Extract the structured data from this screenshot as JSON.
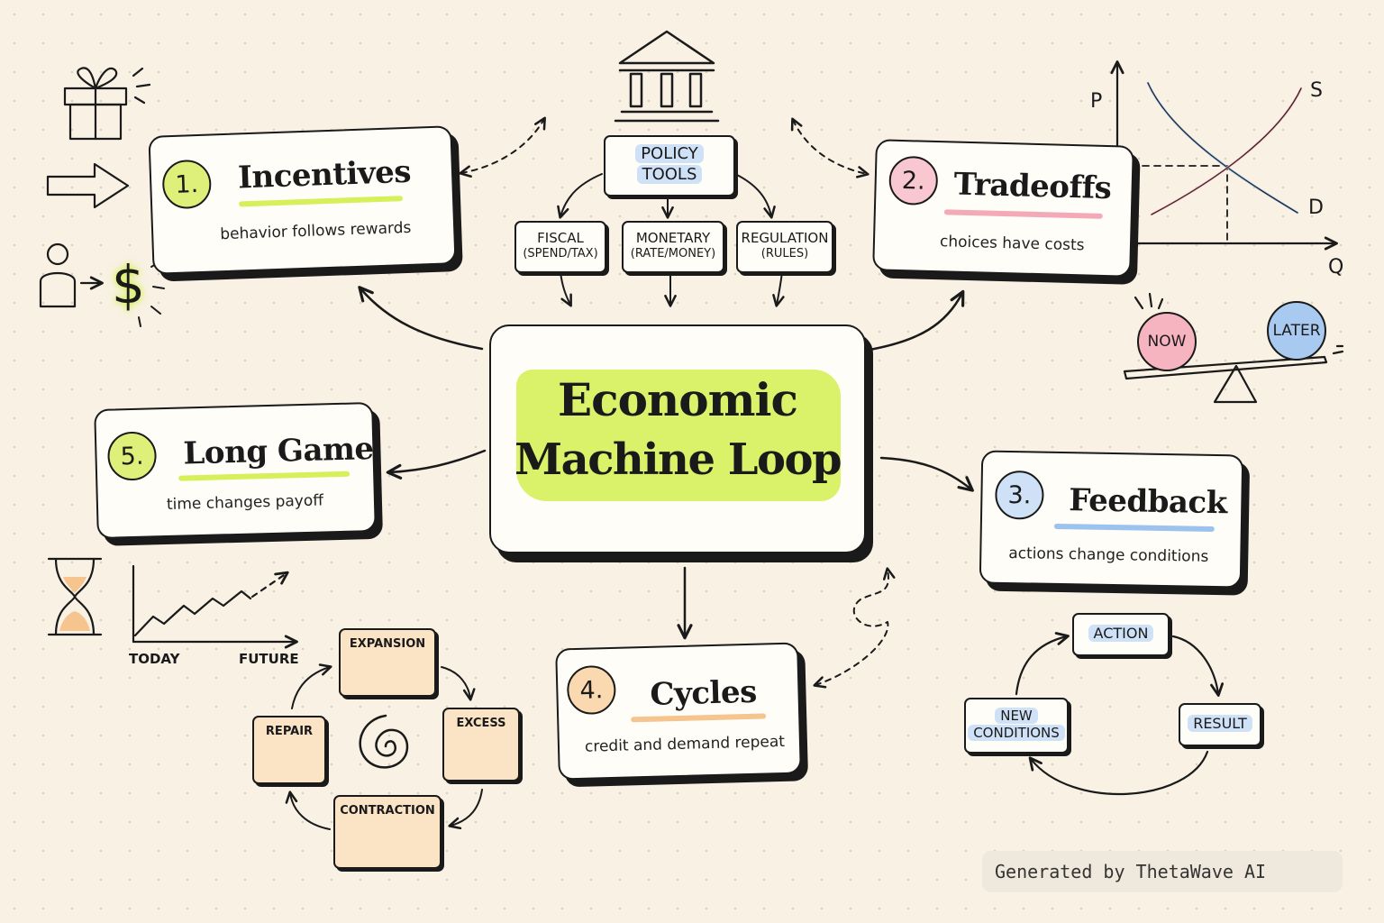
{
  "central": {
    "title_line1": "Economic",
    "title_line2": "Machine Loop"
  },
  "nodes": [
    {
      "number": "1.",
      "title": "Incentives",
      "subtitle": "behavior follows rewards",
      "color": "#dff07a"
    },
    {
      "number": "2.",
      "title": "Tradeoffs",
      "subtitle": "choices have costs",
      "color": "#f8c7cf"
    },
    {
      "number": "3.",
      "title": "Feedback",
      "subtitle": "actions change conditions",
      "color": "#cfe1f7"
    },
    {
      "number": "4.",
      "title": "Cycles",
      "subtitle": "credit and demand repeat",
      "color": "#fbd9b0"
    },
    {
      "number": "5.",
      "title": "Long Game",
      "subtitle": "time changes payoff",
      "color": "#dff07a"
    }
  ],
  "policy": {
    "title_line1": "POLICY",
    "title_line2": "TOOLS",
    "tools": [
      {
        "label": "FISCAL",
        "sub": "(SPEND/TAX)"
      },
      {
        "label": "MONETARY",
        "sub": "(RATE/MONEY)"
      },
      {
        "label": "REGULATION",
        "sub": "(RULES)"
      }
    ]
  },
  "supply_demand": {
    "p": "P",
    "q": "Q",
    "s": "S",
    "d": "D"
  },
  "balance": {
    "now": "NOW",
    "later": "LATER"
  },
  "feedback_loop": {
    "action": "ACTION",
    "result": "RESULT",
    "new_line1": "NEW",
    "new_line2": "CONDITIONS"
  },
  "cycle_stages": {
    "expansion": "EXPANSION",
    "excess": "EXCESS",
    "contraction": "CONTRACTION",
    "repair": "REPAIR"
  },
  "growth_chart": {
    "today": "TODAY",
    "future": "FUTURE"
  },
  "money_icon": "$",
  "footer": "Generated by ThetaWave AI",
  "colors": {
    "lime": "#d6f05a",
    "pink": "#f4a9b6",
    "blue": "#9cc3ee",
    "orange": "#f6c48e",
    "background": "#f8f1e4"
  }
}
